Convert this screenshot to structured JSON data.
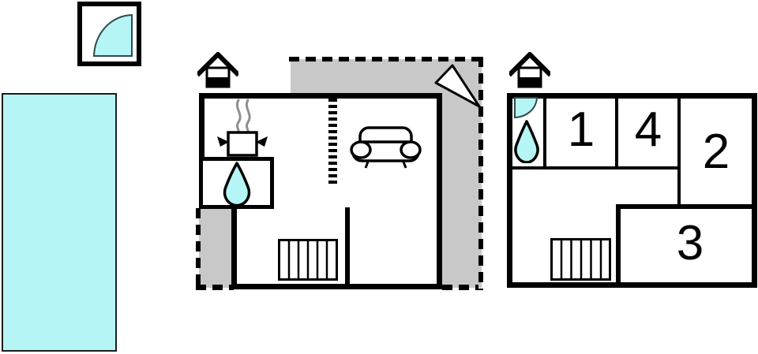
{
  "colors": {
    "water": "#b5f5f6",
    "terrace_gray": "#c8c8c8",
    "wall": "#000000",
    "steam_gray": "#8f8f8f",
    "water_outline": "#2e4a4a"
  },
  "legend": {
    "icon": "shower-quarter-circle-icon"
  },
  "pool": {
    "icon": "swimming-pool"
  },
  "ground_floor": {
    "house_icon": "house-icon",
    "terrace_icon": "dashed-terrace-area",
    "kitchen_icon": "hotplate-pot-steam-icon",
    "bathroom_icon": "water-drop-icon",
    "sofa_icon": "sofa-icon",
    "stairs_icon": "stairs-icon",
    "entrance_icon": "entrance-arrow-icon"
  },
  "first_floor": {
    "house_icon": "house-icon",
    "shower_icon": "shower-quarter-circle-icon",
    "bathroom_icon": "water-drop-icon",
    "stairs_icon": "stairs-icon",
    "rooms": [
      {
        "label": "1"
      },
      {
        "label": "4"
      },
      {
        "label": "2"
      },
      {
        "label": "3"
      }
    ]
  }
}
